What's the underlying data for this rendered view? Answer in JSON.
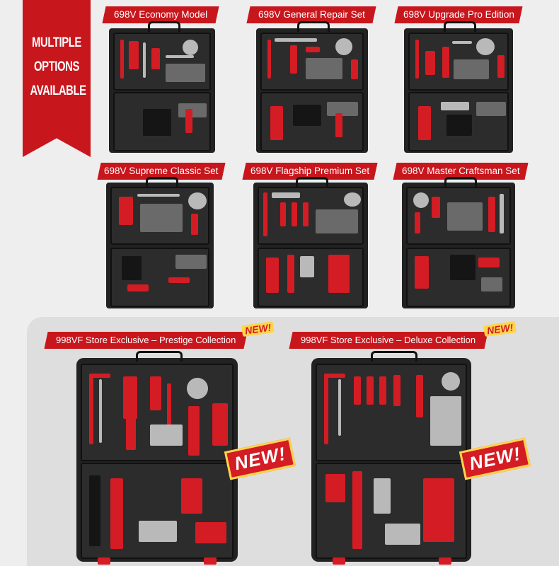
{
  "banner": {
    "lines": [
      "MULTIPLE",
      "OPTIONS",
      "AVAILABLE"
    ]
  },
  "products_row1": [
    {
      "label": "698V Economy Model"
    },
    {
      "label": "698V General Repair Set"
    },
    {
      "label": "698V Upgrade Pro Edition"
    }
  ],
  "products_row2": [
    {
      "label": "698V Supreme Classic Set"
    },
    {
      "label": "698V Flagship Premium Set"
    },
    {
      "label": "698V Master Craftsman Set"
    }
  ],
  "exclusives": [
    {
      "label": "998VF Store Exclusive – Prestige Collection",
      "badge": "NEW!",
      "sticker": "NEW!"
    },
    {
      "label": "998VF Store Exclusive – Deluxe Collection",
      "badge": "NEW!",
      "sticker": "NEW!"
    }
  ],
  "colors": {
    "accent": "#c8161d",
    "case": "#2c2c2c",
    "badge": "#ffd54a"
  }
}
